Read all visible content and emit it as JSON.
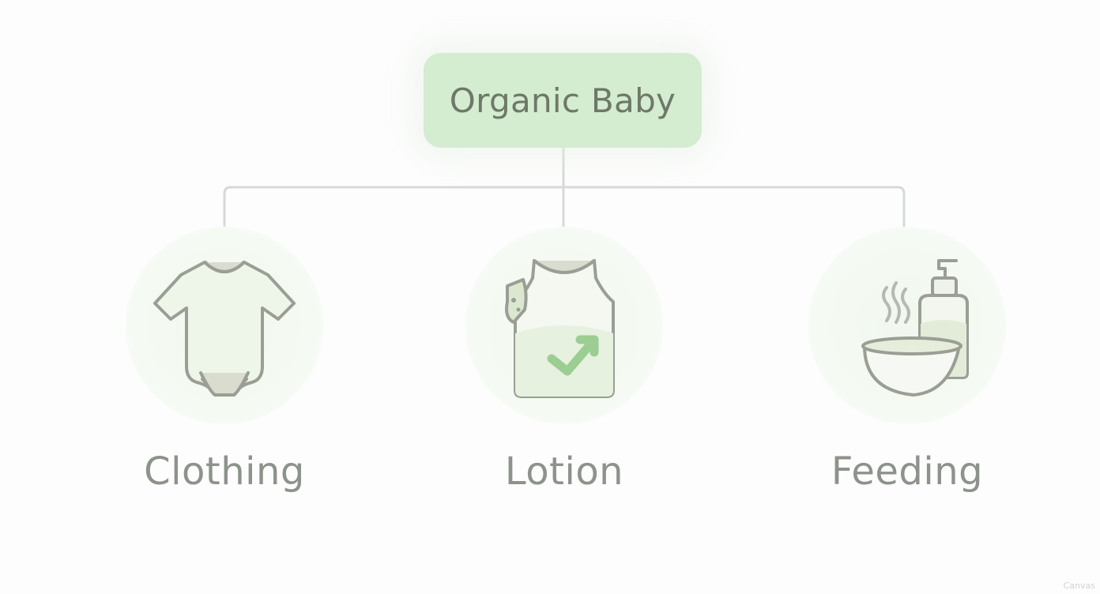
{
  "diagram": {
    "root": {
      "label": "Organic Baby"
    },
    "children": [
      {
        "label": "Clothing",
        "icon": "onesie-icon"
      },
      {
        "label": "Lotion",
        "icon": "tank-top-check-icon"
      },
      {
        "label": "Feeding",
        "icon": "bowl-and-bottle-icon"
      }
    ]
  },
  "watermark": "Canvas",
  "colors": {
    "root_fill": "#d4ecd0",
    "root_text": "#6e7868",
    "connector": "#d6dad6",
    "icon_stroke": "#9a9e94",
    "icon_fill": "#eef6ea",
    "label_text": "#8c938a",
    "check_green": "#9ccd92"
  }
}
